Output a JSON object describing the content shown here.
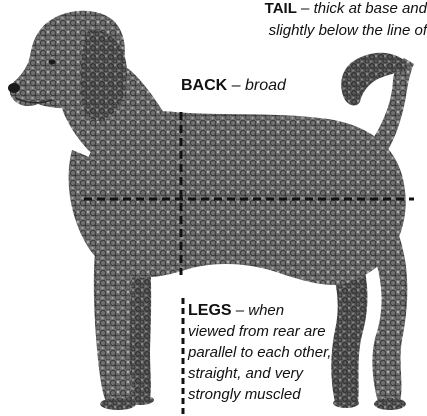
{
  "labels": {
    "tail": {
      "term": "TAIL",
      "dash": " – ",
      "line1_desc": "thick at base and",
      "line2_desc": "slightly below the line of"
    },
    "back": {
      "term": "BACK",
      "dash": " – ",
      "desc": "broad"
    },
    "legs": {
      "term": "LEGS",
      "dash": " – ",
      "lines": [
        "when",
        "viewed from rear are",
        "parallel to each other,",
        "straight, and very",
        "strongly muscled"
      ]
    }
  },
  "colors": {
    "coat": "#6d6d6d",
    "coat_dark": "#3a3a3a",
    "coat_light": "#a8a8a8",
    "guide_lines": "#111111",
    "text": "#111111"
  },
  "illustration": "curly-coated-dog-side-view"
}
